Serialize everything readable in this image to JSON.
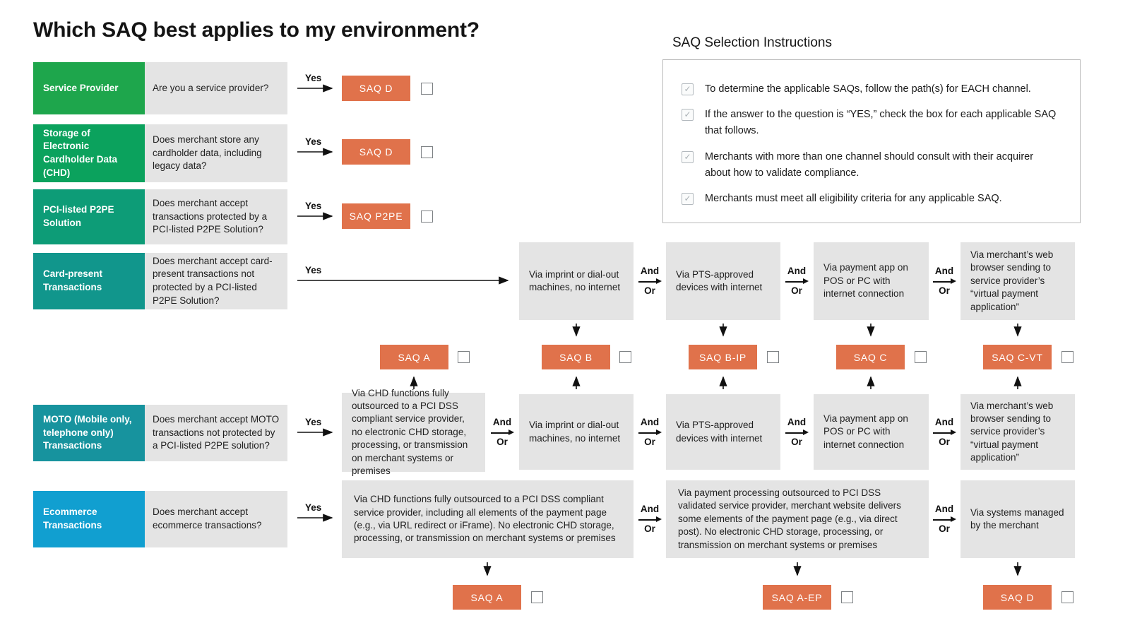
{
  "page": {
    "title": "Which SAQ best applies to my environment?"
  },
  "instructions": {
    "title": "SAQ Selection Instructions",
    "checkmark": "✓",
    "items": [
      "To determine the applicable SAQs, follow the path(s) for EACH channel.",
      "If the answer to the question is “YES,” check the box for each applicable SAQ that follows.",
      "Merchants with more than one channel should consult with their acquirer about how to validate compliance.",
      "Merchants must meet all eligibility criteria for any applicable SAQ."
    ]
  },
  "connectors": {
    "yes": "Yes",
    "and": "And",
    "or": "Or"
  },
  "rows": [
    {
      "label": "Service Provider",
      "question": "Are you a service provider?",
      "color": "#1ea64c"
    },
    {
      "label": "Storage of Electronic Cardholder Data (CHD)",
      "question": "Does merchant store any cardholder data, including legacy data?",
      "color": "#0ba25d"
    },
    {
      "label": "PCI-listed P2PE Solution",
      "question": "Does merchant accept transactions protected by a PCI-listed P2PE Solution?",
      "color": "#0d9c77"
    },
    {
      "label": "Card-present Transactions",
      "question": "Does merchant accept card-present transactions not protected by a PCI-listed P2PE Solution?",
      "color": "#11968c"
    },
    {
      "label": "MOTO (Mobile only, telephone only) Transactions",
      "question": "Does merchant accept MOTO transactions not protected by a PCI-listed P2PE solution?",
      "color": "#17939e"
    },
    {
      "label": "Ecommerce Transactions",
      "question": "Does merchant accept ecommerce transactions?",
      "color": "#119fd0"
    }
  ],
  "channels": {
    "imprint": "Via imprint or dial-out machines, no internet",
    "pts": "Via PTS-approved devices with internet",
    "payment_app": "Via payment app on POS or PC with internet connection",
    "virtual_terminal": "Via merchant’s web browser sending to service provider’s “virtual payment application”",
    "moto_outsourced": "Via CHD functions fully outsourced to a PCI DSS compliant service provider, no electronic CHD storage, processing, or transmission on merchant systems or premises",
    "ecom_fully_outsourced": "Via CHD functions fully outsourced to a PCI DSS compliant service provider, including all elements of the payment page (e.g., via URL redirect or iFrame). No electronic CHD storage, processing, or transmission on merchant systems or premises",
    "ecom_partially_outsourced": "Via payment processing outsourced to PCI DSS validated service provider, merchant website delivers some elements of the payment page (e.g., via direct post). No electronic CHD storage, processing, or transmission on merchant systems or premises",
    "ecom_merchant_managed": "Via systems managed by the merchant"
  },
  "saq": {
    "d": "SAQ D",
    "p2pe": "SAQ P2PE",
    "a": "SAQ A",
    "b": "SAQ B",
    "b_ip": "SAQ B-IP",
    "c": "SAQ C",
    "c_vt": "SAQ C-VT",
    "a_ep": "SAQ A-EP"
  },
  "colors": {
    "saq_box": "#e0724b",
    "channel_box": "#e4e4e4"
  }
}
